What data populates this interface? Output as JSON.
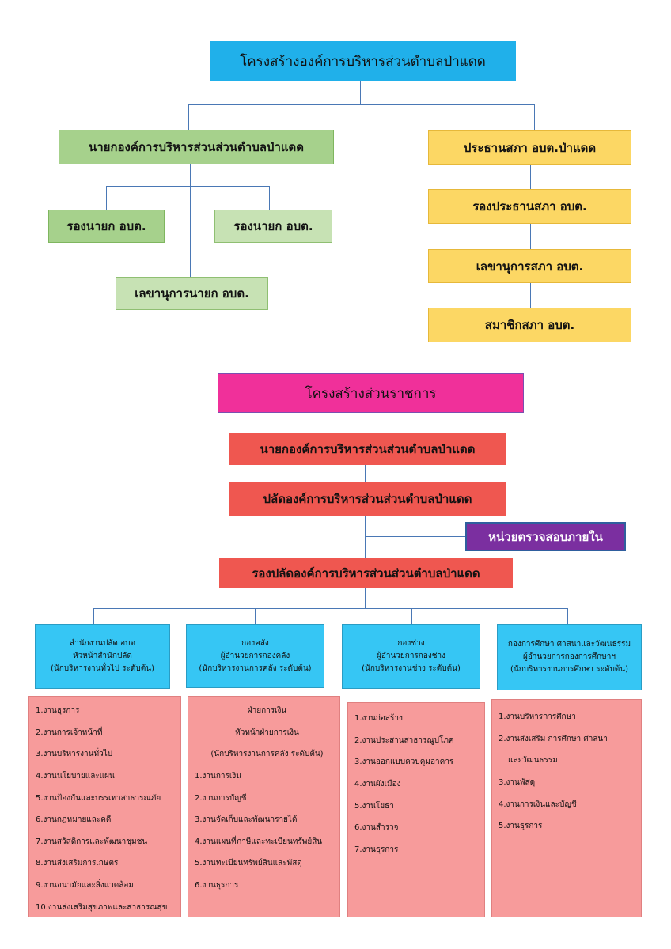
{
  "top_title": "โครงสร้างองค์การบริหารส่วนตำบลป่าแดด",
  "executive": {
    "mayor": "นายกองค์การบริหารส่วนส่วนตำบลป่าแดด",
    "deputy_1": "รองนายก อบต.",
    "deputy_2": "รองนายก อบต.",
    "secretary": "เลขานุการนายก อบต."
  },
  "council": {
    "chair": "ประธานสภา อบต.ป่าแดด",
    "vice_chair": "รองประธานสภา อบต.",
    "secretary": "เลขานุการสภา อบต.",
    "members": "สมาชิกสภา อบต."
  },
  "admin_title": "โครงสร้างส่วนราชการ",
  "admin": {
    "mayor": "นายกองค์การบริหารส่วนส่วนตำบลป่าแดด",
    "chief": "ปลัดองค์การบริหารส่วนส่วนตำบลป่าแดด",
    "audit": "หน่วยตรวจสอบภายใน",
    "deputy_chief": "รองปลัดองค์การบริหารส่วนส่วนตำบลป่าแดด"
  },
  "departments": [
    {
      "header": [
        "สำนักงานปลัด อบต",
        "หัวหน้าสำนักปลัด",
        "(นักบริหารงานทั่วไป ระดับต้น)"
      ],
      "items": [
        "1.งานธุรการ",
        "2.งานการเจ้าหน้าที่",
        "3.งานบริหารงานทั่วไป",
        "4.งานนโยบายและแผน",
        "5.งานป้องกันและบรรเทาสาธารณภัย",
        "6.งานกฎหมายและคดี",
        "7.งานสวัสดิการและพัฒนาชุมชน",
        "8.งานส่งเสริมการเกษตร",
        "9.งานอนามัยและสิ่งแวดล้อม",
        "10.งานส่งเสริมสุขภาพและสาธารณสุข"
      ]
    },
    {
      "header": [
        "กองคลัง",
        "ผู้อำนวยการกองคลัง",
        "(นักบริหารงานการคลัง ระดับต้น)"
      ],
      "sub_header": [
        "ฝ่ายการเงิน",
        "หัวหน้าฝ่ายการเงิน",
        "(นักบริหารงานการคลัง ระดับต้น)"
      ],
      "items": [
        "1.งานการเงิน",
        "2.งานการบัญชี",
        "3.งานจัดเก็บและพัฒนารายได้",
        "4.งานแผนที่ภาษีและทะเบียนทรัพย์สิน",
        "5.งานทะเบียนทรัพย์สินและพัสดุ",
        "6.งานธุรการ"
      ]
    },
    {
      "header": [
        "กองช่าง",
        "ผู้อำนวยการกองช่าง",
        "(นักบริหารงานช่าง ระดับต้น)"
      ],
      "items": [
        "1.งานก่อสร้าง",
        "2.งานประสานสาธารณูปโภค",
        "3.งานออกแบบควบคุมอาคาร",
        "4.งานผังเมือง",
        "5.งานโยธา",
        "6.งานสำรวจ",
        "7.งานธุรการ"
      ]
    },
    {
      "header": [
        "กองการศึกษา ศาสนาและวัฒนธรรม",
        "ผู้อำนวยการกองการศึกษาฯ",
        "(นักบริหารงานการศึกษา ระดับต้น)"
      ],
      "items": [
        "1.งานบริหารการศึกษา",
        "2.งานส่งเสริม การศึกษา ศาสนา",
        "และวัฒนธรรม",
        "3.งานพัสดุ",
        "4.งานการเงินและบัญชี",
        "5.งานธุรการ"
      ]
    }
  ],
  "colors": {
    "title_blue": "#20b0ea",
    "exec_green": "#a6d18c",
    "council_yellow": "#fcd764",
    "admin_magenta": "#f0309a",
    "admin_red": "#ef5750",
    "audit_purple": "#7b2fa0",
    "dept_cyan": "#36c6f4",
    "dept_pink": "#f79b9b",
    "connector": "#4a78b5"
  }
}
